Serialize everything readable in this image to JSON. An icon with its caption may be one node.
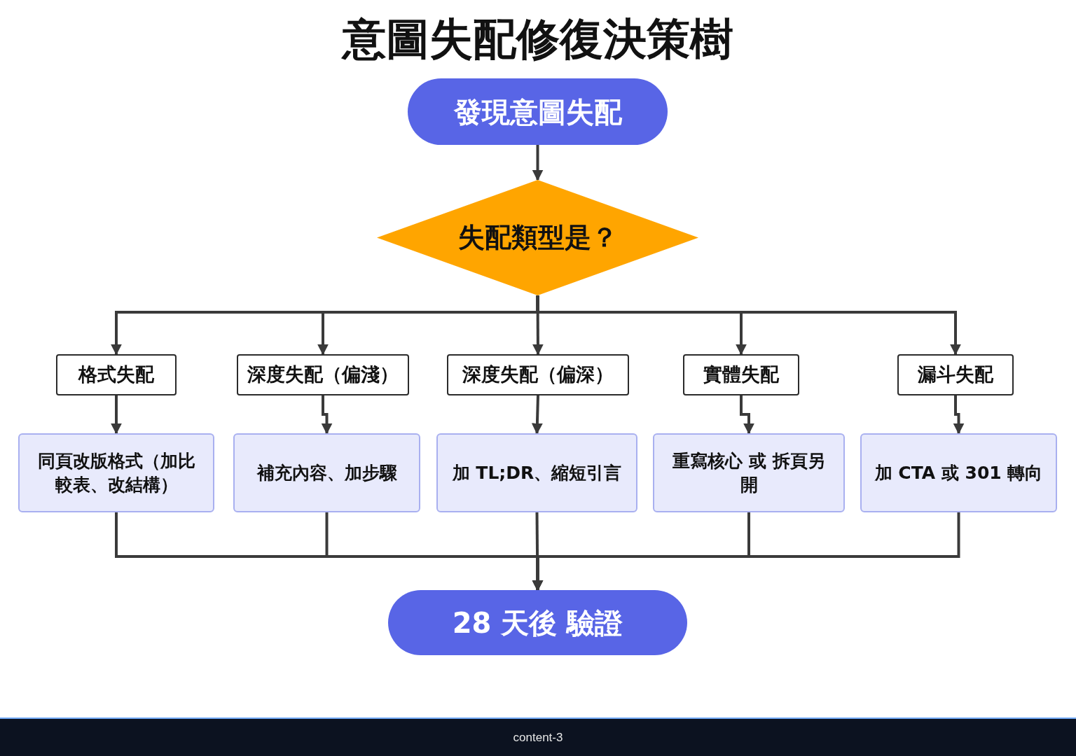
{
  "diagram": {
    "title": "意圖失配修復決策樹",
    "nodes": [
      {
        "text": [
          "發現意圖失配"
        ]
      },
      {
        "text": [
          "失配類型是？"
        ]
      },
      {
        "text": [
          "格式失配"
        ]
      },
      {
        "text": [
          "深度失配（偏淺）"
        ]
      },
      {
        "text": [
          "深度失配（偏深）"
        ]
      },
      {
        "text": [
          "實體失配"
        ]
      },
      {
        "text": [
          "漏斗失配"
        ]
      },
      {
        "text": [
          "同頁改版格式（加比較表、改結構）"
        ]
      },
      {
        "text": [
          "補充內容、加步驟"
        ]
      },
      {
        "text": [
          "加 TL;DR、縮短引言"
        ]
      },
      {
        "text": [
          "重寫核心 或 拆頁另開"
        ]
      },
      {
        "text": [
          "加 CTA 或 301 轉向"
        ]
      },
      {
        "text": [
          "28 天後 驗證"
        ]
      }
    ],
    "edges": [
      {
        "from": 0,
        "to": 1,
        "arrow": "to"
      },
      {
        "from": 1,
        "to": 2,
        "arrow": "to"
      },
      {
        "from": 1,
        "to": 3,
        "arrow": "to"
      },
      {
        "from": 1,
        "to": 4,
        "arrow": "to"
      },
      {
        "from": 1,
        "to": 5,
        "arrow": "to"
      },
      {
        "from": 1,
        "to": 6,
        "arrow": "to"
      },
      {
        "from": 2,
        "to": 7,
        "arrow": "to"
      },
      {
        "from": 3,
        "to": 8,
        "arrow": "to"
      },
      {
        "from": 4,
        "to": 9,
        "arrow": "to"
      },
      {
        "from": 5,
        "to": 10,
        "arrow": "to"
      },
      {
        "from": 6,
        "to": 11,
        "arrow": "to"
      },
      {
        "from": 7,
        "to": 12,
        "arrow": "to"
      },
      {
        "from": 8,
        "to": 12,
        "arrow": "to"
      },
      {
        "from": 9,
        "to": 12,
        "arrow": "to"
      },
      {
        "from": 10,
        "to": 12,
        "arrow": "to"
      },
      {
        "from": 11,
        "to": 12,
        "arrow": "to"
      }
    ],
    "labels": [
      "content-3"
    ]
  }
}
